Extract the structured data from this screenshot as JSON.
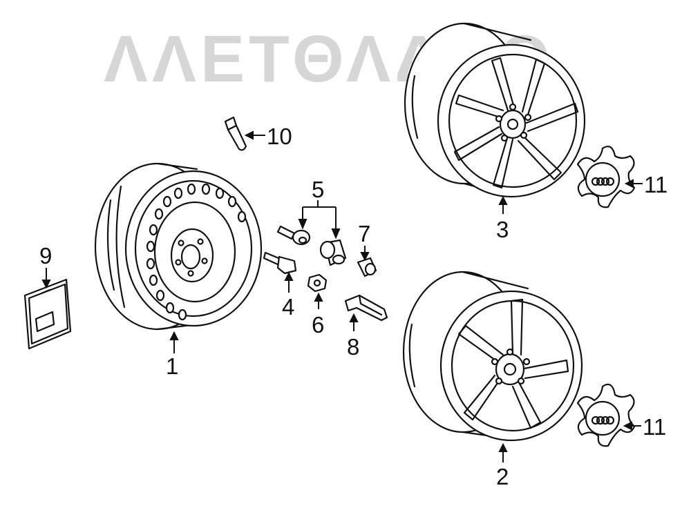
{
  "watermark": {
    "text": "ΛΛΕΤΘΛΔΒΘ",
    "color": "#c9c9c9"
  },
  "callouts": {
    "c1": "1",
    "c2": "2",
    "c3": "3",
    "c4": "4",
    "c5": "5",
    "c6": "6",
    "c7": "7",
    "c8": "8",
    "c9": "9",
    "c10": "10",
    "c11a": "11",
    "c11b": "11"
  },
  "colors": {
    "line": "#111111",
    "fill": "#ffffff"
  }
}
